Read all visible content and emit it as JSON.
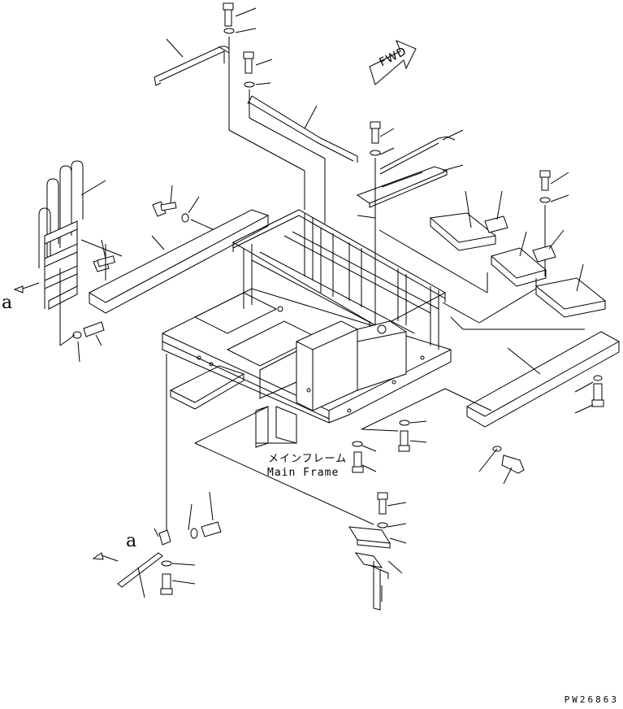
{
  "caption": {
    "japanese": "メインフレーム",
    "english": "Main Frame"
  },
  "direction_marker": "FWD",
  "reference_marks": [
    "a",
    "a"
  ],
  "drawing_number": "PW26863"
}
